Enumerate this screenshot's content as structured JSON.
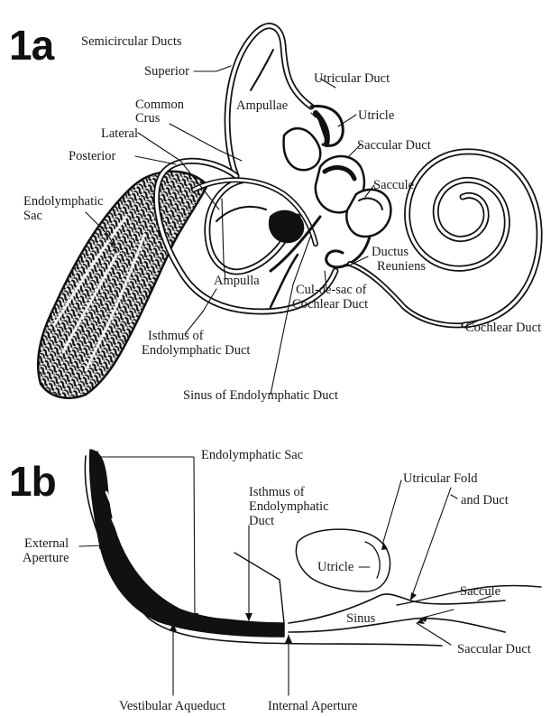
{
  "panel_a": {
    "label": "1a",
    "labels": {
      "semicircular_ducts": "Semicircular Ducts",
      "superior": "Superior",
      "utricular_duct": "Utricular Duct",
      "common": "Common",
      "crus": "Crus",
      "ampullae": "Ampullae",
      "utricle": "Utricle",
      "lateral": "Lateral",
      "saccular_duct": "Saccular Duct",
      "posterior": "Posterior",
      "saccule": "Saccule",
      "endolymphatic": "Endolymphatic",
      "sac": "Sac",
      "ductus": "Ductus",
      "reuniens": "Reuniens",
      "ampulla": "Ampulla",
      "cul_de_sac_of": "Cul-de-sac of",
      "cochlear_duct_line2": "Cochlear Duct",
      "isthmus_of": "Isthmus of",
      "endolymphatic_duct": "Endolymphatic Duct",
      "cochlear_duct": "Cochlear Duct",
      "sinus_of_endolymphatic_duct": "Sinus of Endolymphatic Duct"
    }
  },
  "panel_b": {
    "label": "1b",
    "labels": {
      "endolymphatic_sac": "Endolymphatic Sac",
      "utricular_fold": "Utricular Fold",
      "isthmus_of": "Isthmus of",
      "endolymphatic": "Endolymphatic",
      "duct": "Duct",
      "and_duct": "and Duct",
      "external": "External",
      "aperture": "Aperture",
      "utricle": "Utricle",
      "saccule": "Saccule",
      "sinus": "Sinus",
      "saccular_duct": "Saccular Duct",
      "vestibular_aqueduct": "Vestibular Aqueduct",
      "internal_aperture": "Internal Aperture"
    }
  }
}
